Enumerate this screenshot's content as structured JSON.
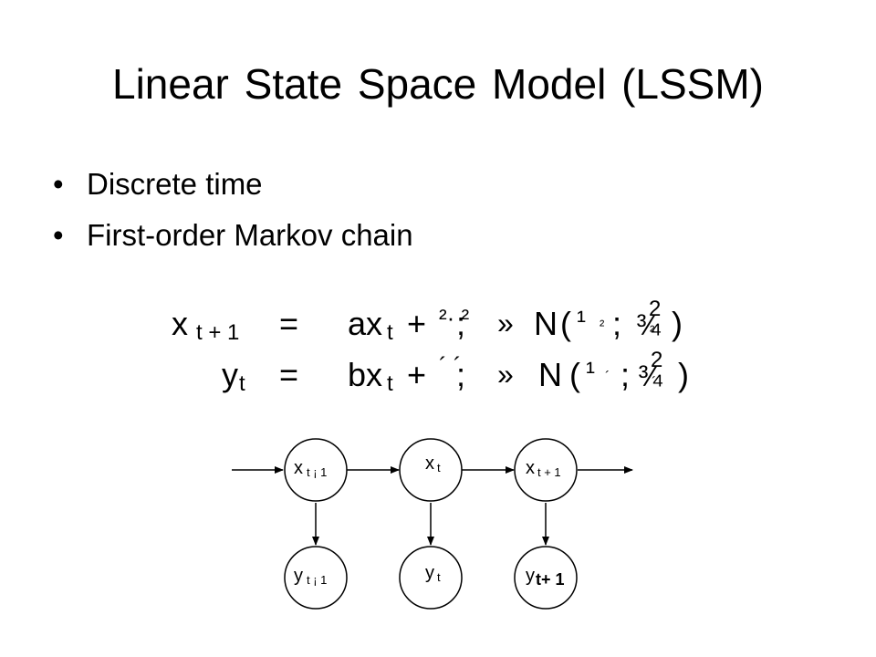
{
  "slide": {
    "title": "Linear State Space Model (LSSM)",
    "bullet_symbol": "•",
    "bullets": [
      "Discrete time",
      "First-order Markov chain"
    ]
  },
  "equations": {
    "row1": {
      "lhs": "x",
      "lhs_sub": "t + 1",
      "equals": "=",
      "rhs_var": "ax",
      "rhs_sub": "t",
      "plus": "+",
      "noise": "²· ²",
      "noise_sep": ";",
      "dist": "»",
      "N": "N",
      "open": "(",
      "mu": "¹",
      "mu_sub": "²",
      "sep": ";",
      "sigma": "¾",
      "sigma_sub": "²",
      "exp": "2",
      "close": ")"
    },
    "row2": {
      "lhs": "y",
      "lhs_sub": "t",
      "equals": "=",
      "rhs_var": "bx",
      "rhs_sub": "t",
      "plus": "+",
      "noise": "´ ´",
      "noise_sep": ";",
      "dist": "»",
      "N": "N",
      "open": "(",
      "mu": "¹",
      "mu_sub": "´",
      "sep": ";",
      "sigma": "¾",
      "sigma_sub": "´",
      "exp": "2",
      "close": ")"
    }
  },
  "graph": {
    "nodes": [
      {
        "label": "x",
        "sub": "t ¡ 1"
      },
      {
        "label": "x",
        "sub": "t"
      },
      {
        "label": "x",
        "sub": "t + 1"
      },
      {
        "label": "y",
        "sub": "t ¡ 1"
      },
      {
        "label": "y",
        "sub": "t"
      },
      {
        "label": "y",
        "sub": "t+ 1"
      }
    ]
  }
}
